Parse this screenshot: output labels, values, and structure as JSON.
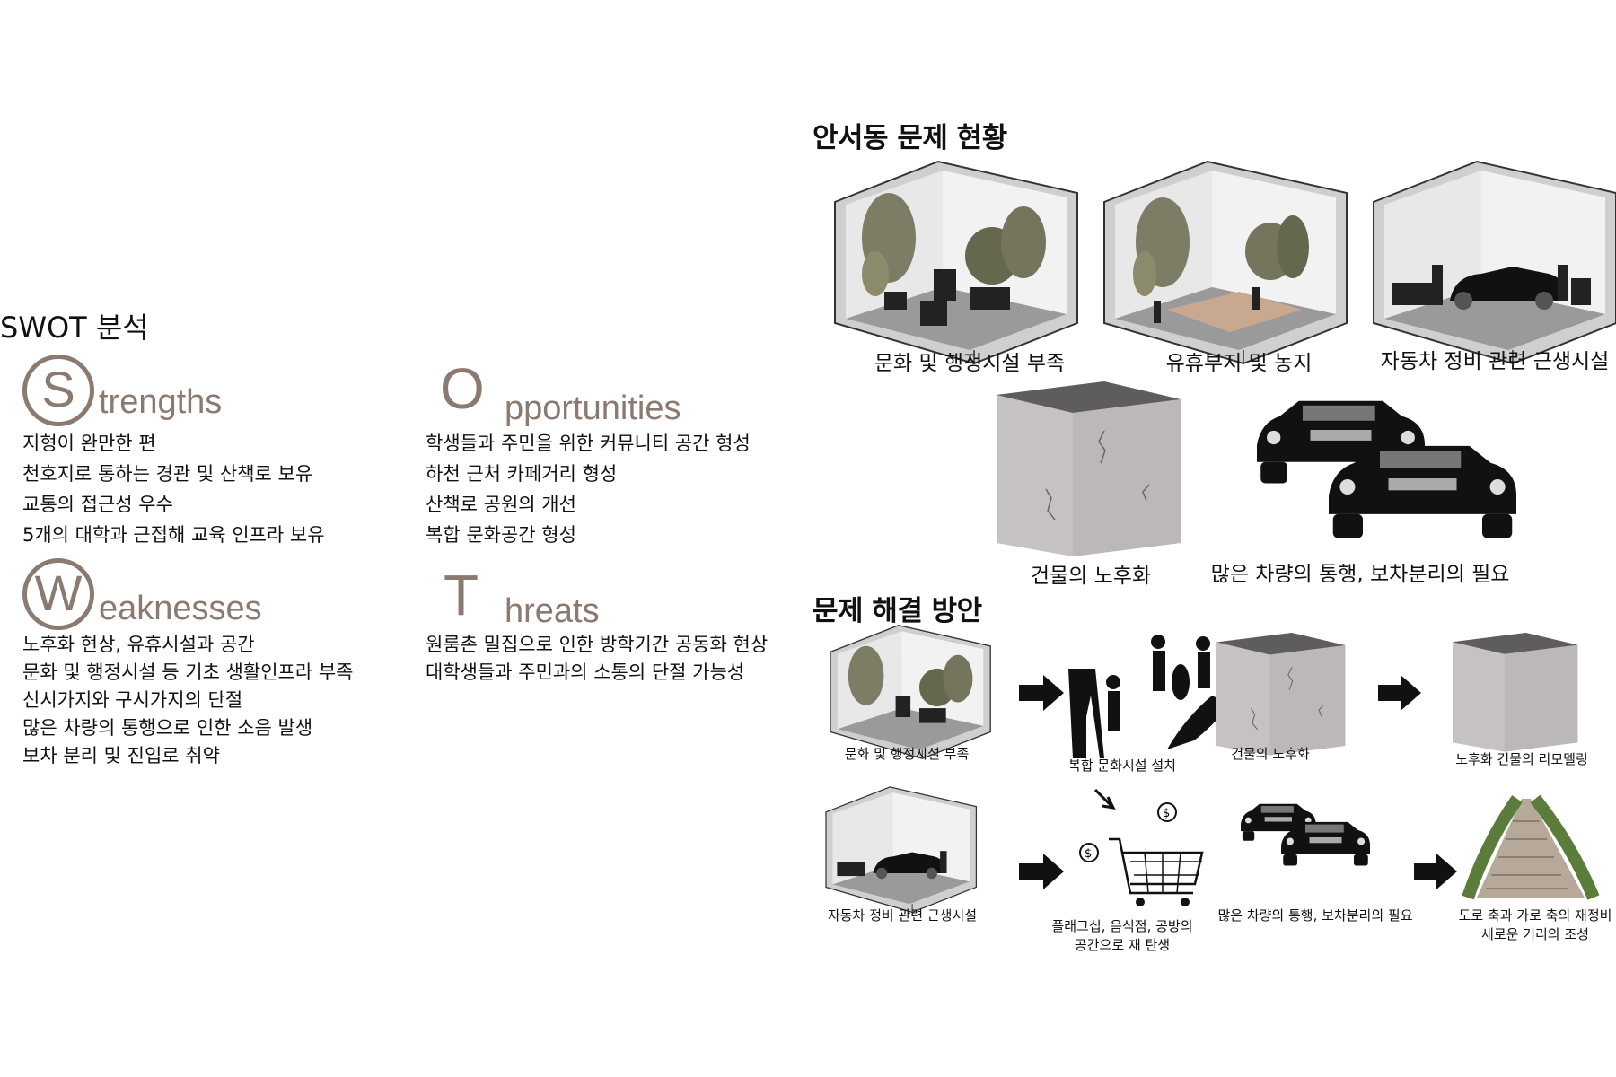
{
  "swot": {
    "title": "SWOT 분석",
    "strengths": {
      "letter": "S",
      "word": "trengths",
      "items": [
        "지형이 완만한 편",
        "천호지로 통하는 경관 및 산책로 보유",
        "교통의 접근성 우수",
        "5개의 대학과 근접해 교육 인프라 보유"
      ]
    },
    "weaknesses": {
      "letter": "W",
      "word": "eaknesses",
      "items": [
        "노후화 현상, 유휴시설과 공간",
        "문화 및 행정시설 등 기초 생활인프라 부족",
        "신시가지와 구시가지의 단절",
        "많은 차량의 통행으로 인한 소음 발생",
        "보차 분리 및 진입로 취약"
      ]
    },
    "opportunities": {
      "letter": "O",
      "word": "pportunities",
      "items": [
        "학생들과 주민을 위한 커뮤니티 공간 형성",
        "하천 근처 카페거리 형성",
        "산책로 공원의 개선",
        "복합 문화공간 형성"
      ]
    },
    "threats": {
      "letter": "T",
      "word": "hreats",
      "items": [
        "원룸촌 밀집으로 인한 방학기간 공동화 현상",
        "대학생들과 주민과의 소통의 단절 가능성"
      ]
    }
  },
  "problems": {
    "title": "안서동 문제 현황",
    "captions": [
      "문화 및 행정시설 부족",
      "유휴부지 및 농지",
      "자동차 정비 관련  근생시설",
      "건물의 노후화",
      "많은 차량의 통행, 보차분리의 필요"
    ]
  },
  "solutions": {
    "title": "문제 해결 방안",
    "row1": [
      "문화 및 행정시설 부족",
      "복합 문화시설 설치",
      "건물의 노후화",
      "노후화 건물의 리모델링"
    ],
    "row2": [
      "자동차 정비 관련  근생시설",
      "플래그십, 음식점, 공방의",
      "공간으로 재 탄생",
      "많은 차량의 통행, 보차분리의 필요",
      "도로 축과 가로 축의 재정비",
      "새로운 거리의 조성"
    ]
  },
  "icons": [
    "room-park-icon",
    "room-vacant-lot-icon",
    "room-garage-icon",
    "cracked-cube-icon",
    "cars-icon",
    "arrow-right-icon",
    "music-art-icon",
    "cart-icon",
    "stairs-path-icon",
    "plain-cube-icon"
  ],
  "colors": {
    "accent": "#8a7a70",
    "text": "#111111",
    "room_wall": "#e9e9e9",
    "room_floor": "#999999",
    "cube_face": "#c7c3c5",
    "cube_top": "#5f5c5e"
  }
}
